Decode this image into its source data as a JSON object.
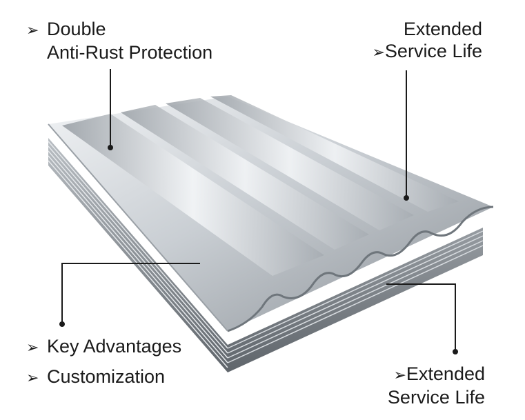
{
  "callouts": {
    "top_left": {
      "line1": "Double",
      "line2": "Anti-Rust Protection"
    },
    "top_right": {
      "line1": "Extended",
      "line2": "Service Life"
    },
    "bottom_left": {
      "item1": "Key Advantages",
      "item2": "Customization"
    },
    "bottom_right": {
      "line1": "Extended",
      "line2": "Service Life"
    }
  },
  "bullet_glyph": "➢",
  "colors": {
    "text": "#1a1a1a",
    "leader_line": "#1a1a1a",
    "metal_light": "#e6e9ec",
    "metal_mid": "#b8bec4",
    "metal_dark": "#7d848b"
  }
}
